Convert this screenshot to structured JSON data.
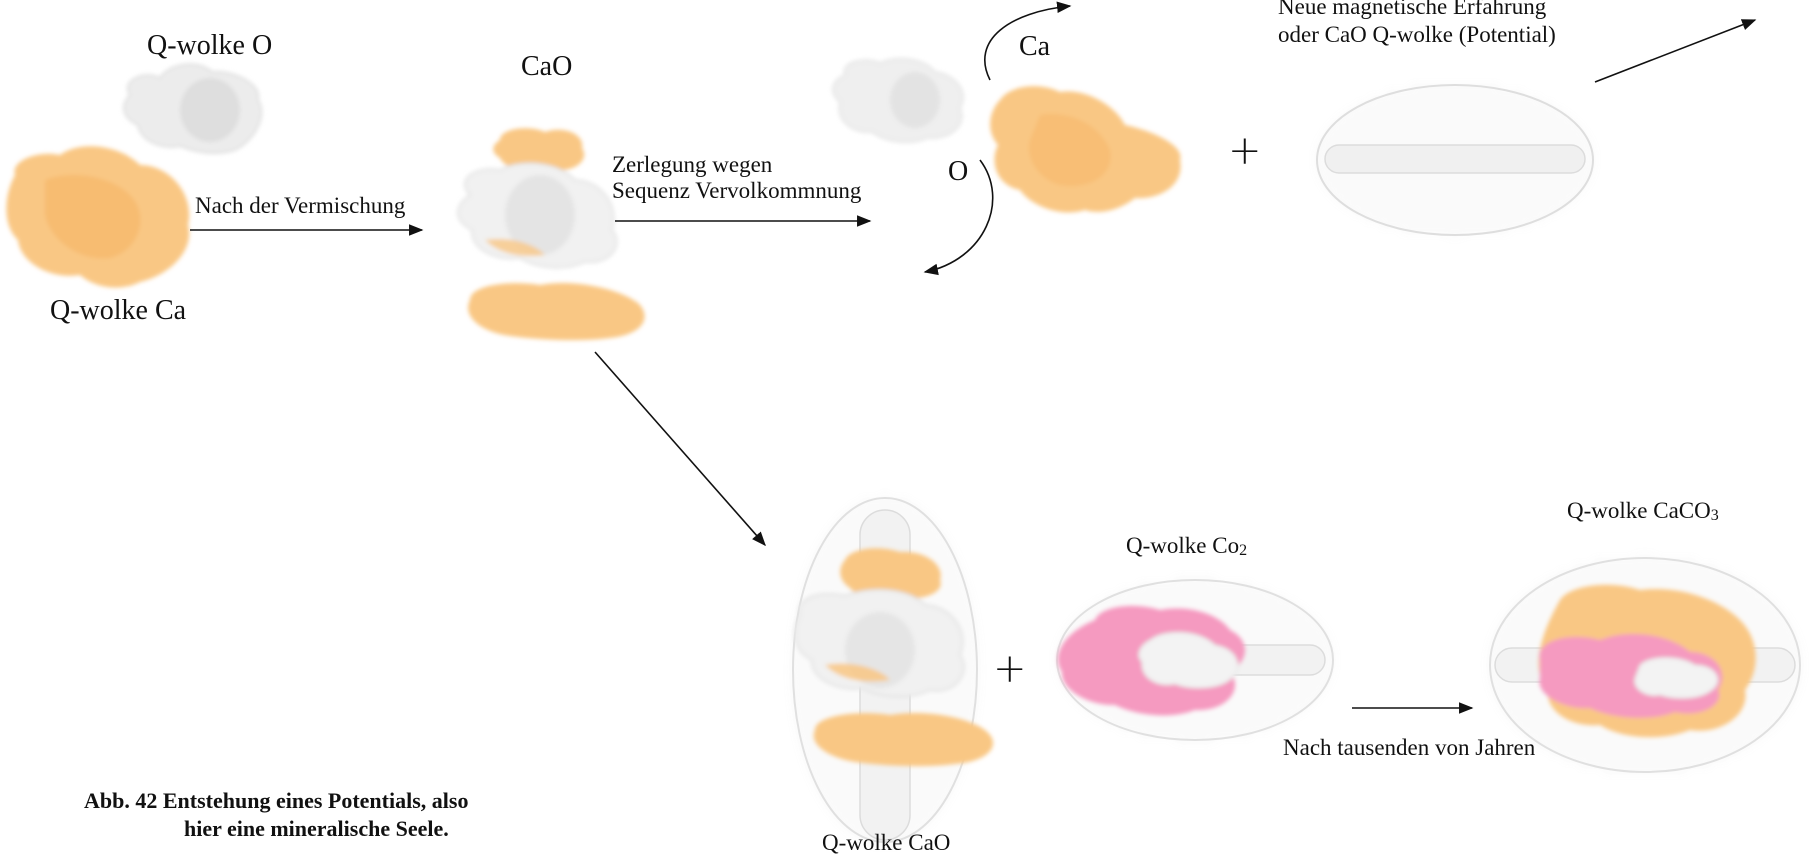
{
  "colors": {
    "ca_cloud": "#f9c784",
    "ca_cloud_light": "#fbd9a8",
    "o_cloud": "#e9e9e9",
    "co2_cloud": "#f59ac0",
    "field_lines": "#cfcfcf",
    "arrow": "#111111"
  },
  "labels": {
    "q_wolke_o": "Q-wolke O",
    "q_wolke_ca": "Q-wolke Ca",
    "nach_der_vermischung": "Nach der Vermischung",
    "cao": "CaO",
    "zerlegung_line1": "Zerlegung wegen",
    "zerlegung_line2": "Sequenz Vervolkommnung",
    "ca": "Ca",
    "o": "O",
    "neue_line1": "Neue magnetische Erfahrung",
    "neue_line2": "oder CaO Q-wolke (Potential)",
    "plus_top": "+",
    "plus_bottom": "+",
    "q_wolke_cao": "Q-wolke CaO",
    "q_wolke_co2": "Q-wolke  Co",
    "q_wolke_co2_sub": "2",
    "q_wolke_caco3": "Q-wolke  CaCO",
    "q_wolke_caco3_sub": "3",
    "nach_tausenden": "Nach tausenden von Jahren"
  },
  "caption": {
    "line1": "Abb. 42  Entstehung eines Potentials, also",
    "line2": "hier eine mineralische Seele."
  }
}
